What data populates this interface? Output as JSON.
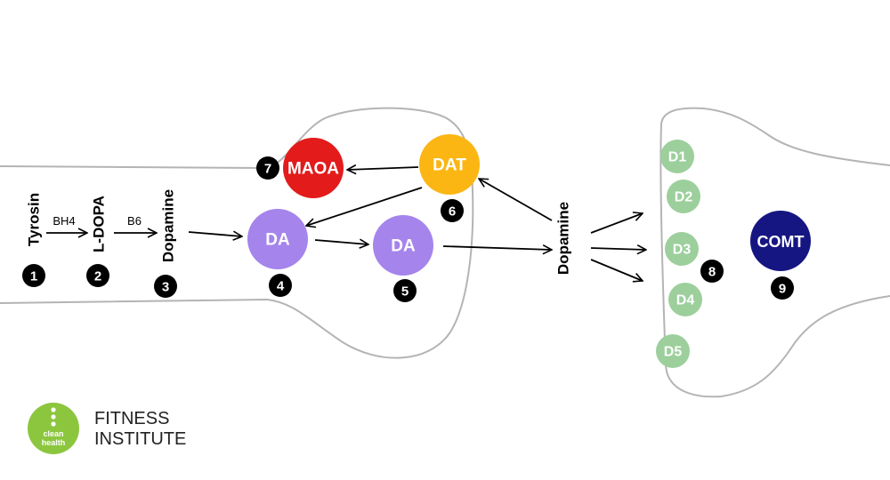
{
  "labels": {
    "tyrosin": "Tyrosin",
    "ldopa": "L-DOPA",
    "dopamine_left": "Dopamine",
    "dopamine_right": "Dopamine",
    "bh4": "BH4",
    "b6": "B6"
  },
  "nodes": {
    "maoa": {
      "label": "MAOA",
      "color": "#e31b1b"
    },
    "dat": {
      "label": "DAT",
      "color": "#fbb614"
    },
    "da1": {
      "label": "DA",
      "color": "#a584ec"
    },
    "da2": {
      "label": "DA",
      "color": "#a584ec"
    },
    "d1": {
      "label": "D1",
      "color": "#9ccf9c"
    },
    "d2": {
      "label": "D2",
      "color": "#9ccf9c"
    },
    "d3": {
      "label": "D3",
      "color": "#9ccf9c"
    },
    "d4": {
      "label": "D4",
      "color": "#9ccf9c"
    },
    "d5": {
      "label": "D5",
      "color": "#9ccf9c"
    },
    "comt": {
      "label": "COMT",
      "color": "#161682"
    }
  },
  "steps": [
    "1",
    "2",
    "3",
    "4",
    "5",
    "6",
    "7",
    "8",
    "9"
  ],
  "logo": {
    "line1": "FITNESS",
    "line2": "INSTITUTE",
    "badge1": "clean",
    "badge2": "health",
    "color": "#8cc63f"
  },
  "colors": {
    "outline": "#b4b4b4",
    "arrow": "#000000",
    "badge": "#000000"
  }
}
